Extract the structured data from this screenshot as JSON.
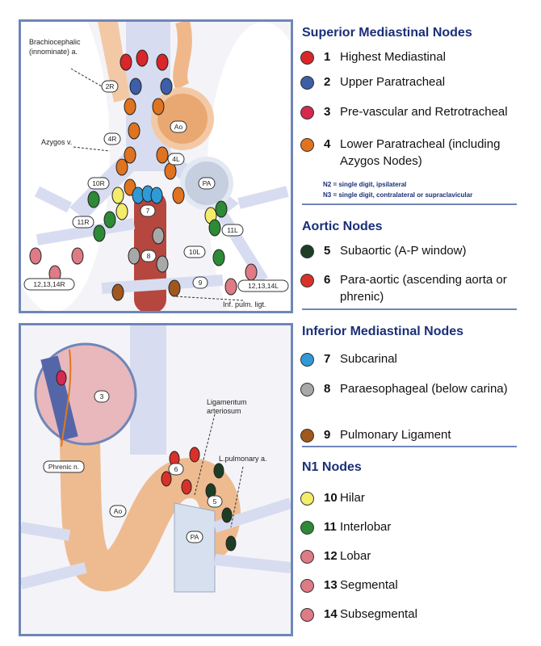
{
  "top_diagram": {
    "labels": {
      "brachiocephalic": "Brachiocephalic",
      "innominate": "(innominate) a.",
      "azygos": "Azygos v.",
      "inf_pulm": "Inf. pulm. ligt."
    },
    "tags": {
      "t2R": "2R",
      "t4R": "4R",
      "t4L": "4L",
      "tAo": "Ao",
      "tPA": "PA",
      "t10R": "10R",
      "t11R": "11R",
      "t7": "7",
      "t8": "8",
      "t10L": "10L",
      "t11L": "11L",
      "t9": "9",
      "t12R": "12,13,14R",
      "t12L": "12,13,14L"
    }
  },
  "bottom_diagram": {
    "labels": {
      "lig1": "Ligamentum",
      "lig2": "arteriosum",
      "lpa": "L.pulmonary a.",
      "phrenic": "Phrenic n."
    },
    "tags": {
      "t3": "3",
      "t6": "6",
      "t5": "5",
      "tAo": "Ao",
      "tPA": "PA"
    }
  },
  "legend": {
    "sections": [
      {
        "title": "Superior Mediastinal Nodes",
        "items": [
          {
            "num": "1",
            "label": "Highest Mediastinal",
            "color": "#d8262a"
          },
          {
            "num": "2",
            "label": "Upper Paratracheal",
            "color": "#3d5fa8"
          },
          {
            "num": "3",
            "label": "Pre-vascular and Retrotracheal",
            "color": "#d6294e"
          },
          {
            "num": "4",
            "label": "Lower Paratracheal (including Azygos Nodes)",
            "color": "#e0731f"
          }
        ]
      },
      {
        "title": "Aortic Nodes",
        "items": [
          {
            "num": "5",
            "label": "Subaortic (A-P window)",
            "color": "#1e3d25"
          },
          {
            "num": "6",
            "label": "Para-aortic (ascending aorta or phrenic)",
            "color": "#d9302a"
          }
        ]
      },
      {
        "title": "Inferior Mediastinal Nodes",
        "items": [
          {
            "num": "7",
            "label": "Subcarinal",
            "color": "#2f9ad6"
          },
          {
            "num": "8",
            "label": "Paraesophageal (below carina)",
            "color": "#a8a8a8"
          },
          {
            "num": "9",
            "label": "Pulmonary Ligament",
            "color": "#a0581e"
          }
        ]
      },
      {
        "title": "N1 Nodes",
        "items": [
          {
            "num": "10",
            "label": "Hilar",
            "color": "#f4ec6b"
          },
          {
            "num": "11",
            "label": "Interlobar",
            "color": "#2d8a36"
          },
          {
            "num": "12",
            "label": "Lobar",
            "color": "#df7b85"
          },
          {
            "num": "13",
            "label": "Segmental",
            "color": "#df7b85"
          },
          {
            "num": "14",
            "label": "Subsegmental",
            "color": "#df7b85"
          }
        ]
      }
    ],
    "notes": [
      "N2 = single digit, ipsilateral",
      "N3 = single digit, contralateral or supraclavicular"
    ]
  }
}
